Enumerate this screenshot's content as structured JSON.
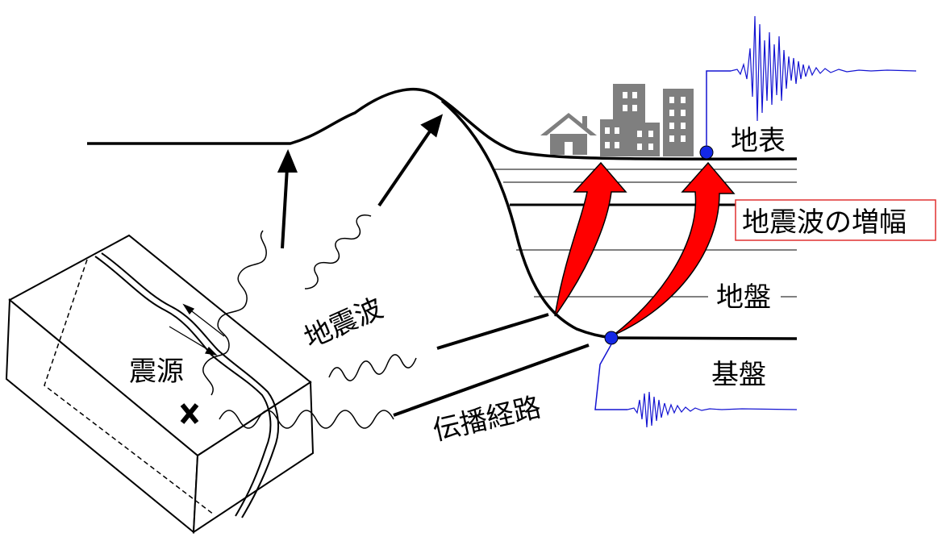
{
  "labels": {
    "surface": "地表",
    "amplification": "地震波の増幅",
    "ground": "地盤",
    "bedrock": "基盤",
    "seismic_wave": "地震波",
    "source": "震源",
    "propagation_path": "伝播経路"
  },
  "colors": {
    "amplification_arrow": "#ff0000",
    "observation_point": "#1428e6",
    "waveform": "#1414d2",
    "building": "#7f7f7f",
    "amplification_box_border": "#e03030"
  },
  "icons": {
    "epicenter_marker": "x-mark-icon",
    "house": "house-icon",
    "buildings": "building-icon"
  }
}
